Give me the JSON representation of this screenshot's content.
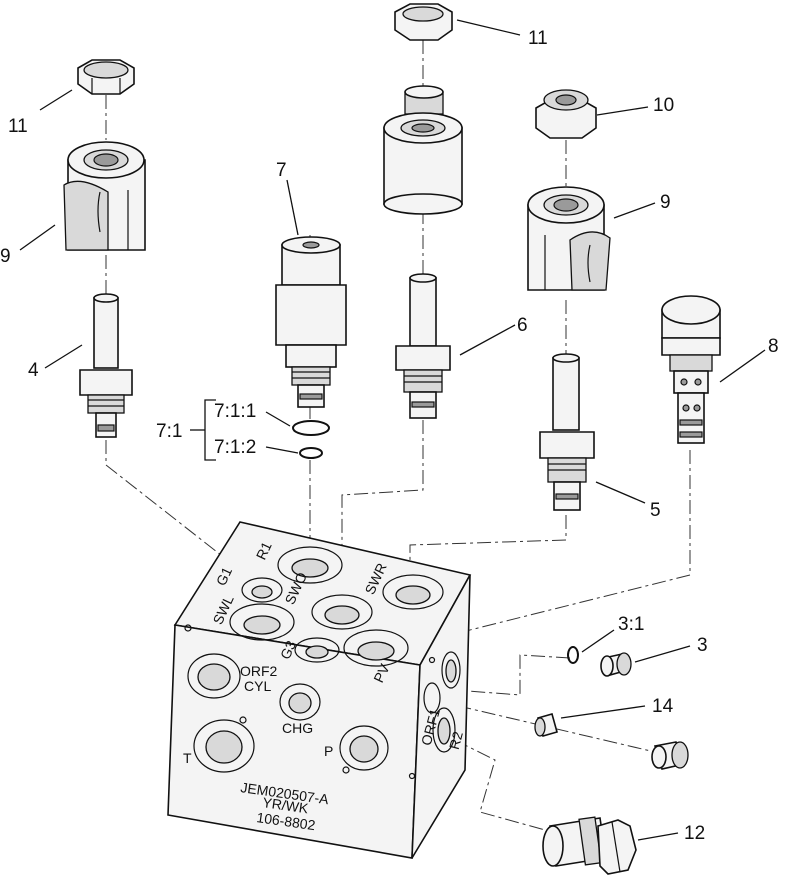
{
  "callouts": {
    "c11a": "11",
    "c11b": "11",
    "c10": "10",
    "c9a": "9",
    "c9b": "9",
    "c7": "7",
    "c6": "6",
    "c4": "4",
    "c8": "8",
    "c5": "5",
    "c7_1": "7:1",
    "c7_1_1": "7:1:1",
    "c7_1_2": "7:1:2",
    "c3_1": "3:1",
    "c3": "3",
    "c14": "14",
    "c12": "12"
  },
  "block": {
    "port_r1": "R1",
    "port_g1": "G1",
    "port_swo": "SWO",
    "port_swr": "SWR",
    "port_swl": "SWL",
    "port_g3": "G3",
    "port_pv": "PV",
    "port_orf2": "ORF2",
    "port_cyl": "CYL",
    "port_chg": "CHG",
    "port_t": "T",
    "port_p": "P",
    "port_orf1": "ORF1",
    "port_r2": "R2",
    "serial_line1": "JEM020507-A",
    "serial_line2": "YR/WK",
    "serial_line3": "106-8802"
  }
}
